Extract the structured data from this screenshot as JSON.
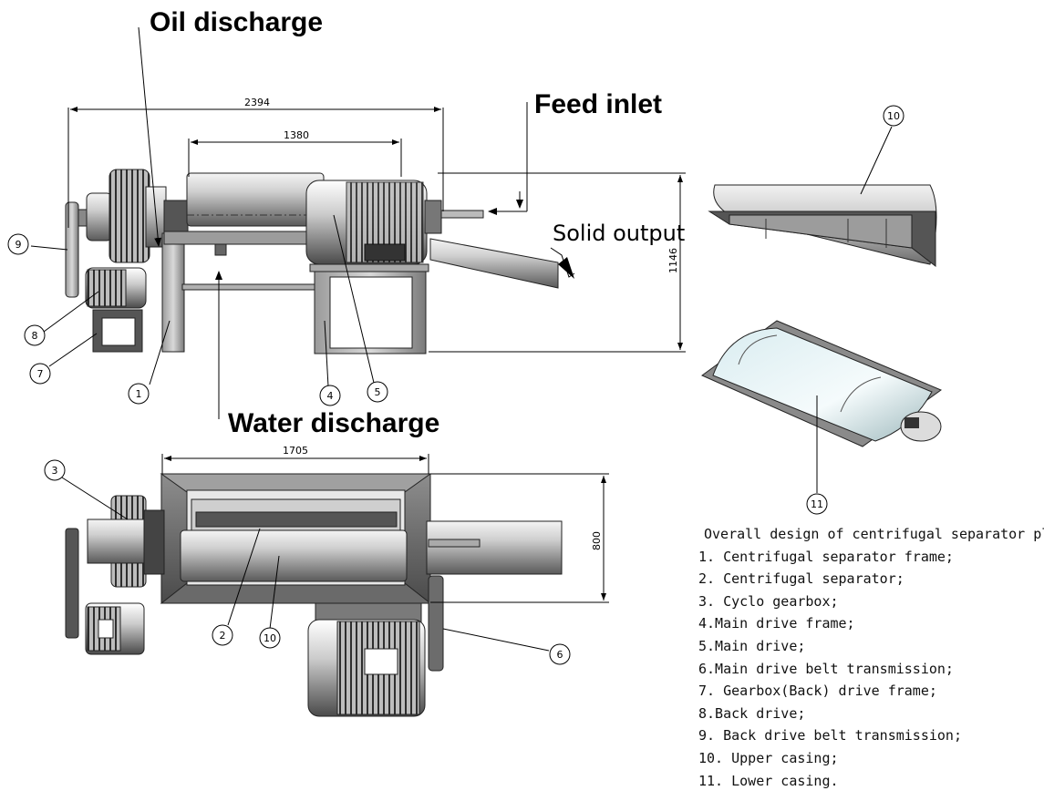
{
  "labels": {
    "oil_discharge": "Oil discharge",
    "feed_inlet": "Feed inlet",
    "solid_output": "Solid output",
    "water_discharge": "Water discharge"
  },
  "dimensions": {
    "overall_length": "2394",
    "drum_length": "1380",
    "height": "1146",
    "top_length": "1705",
    "top_width": "800"
  },
  "balloons": [
    "1",
    "2",
    "3",
    "4",
    "5",
    "6",
    "7",
    "8",
    "9",
    "10",
    "11"
  ],
  "legend": {
    "title": "Overall design of centrifugal separator plant",
    "items": [
      "1. Centrifugal separator frame;",
      "2. Centrifugal separator;",
      "3. Cyclo gearbox;",
      "4.Main drive frame;",
      "5.Main drive;",
      "6.Main drive belt transmission;",
      "7. Gearbox(Back) drive frame;",
      "8.Back drive;",
      "9. Back drive belt transmission;",
      "10. Upper casing;",
      "11. Lower casing."
    ]
  }
}
